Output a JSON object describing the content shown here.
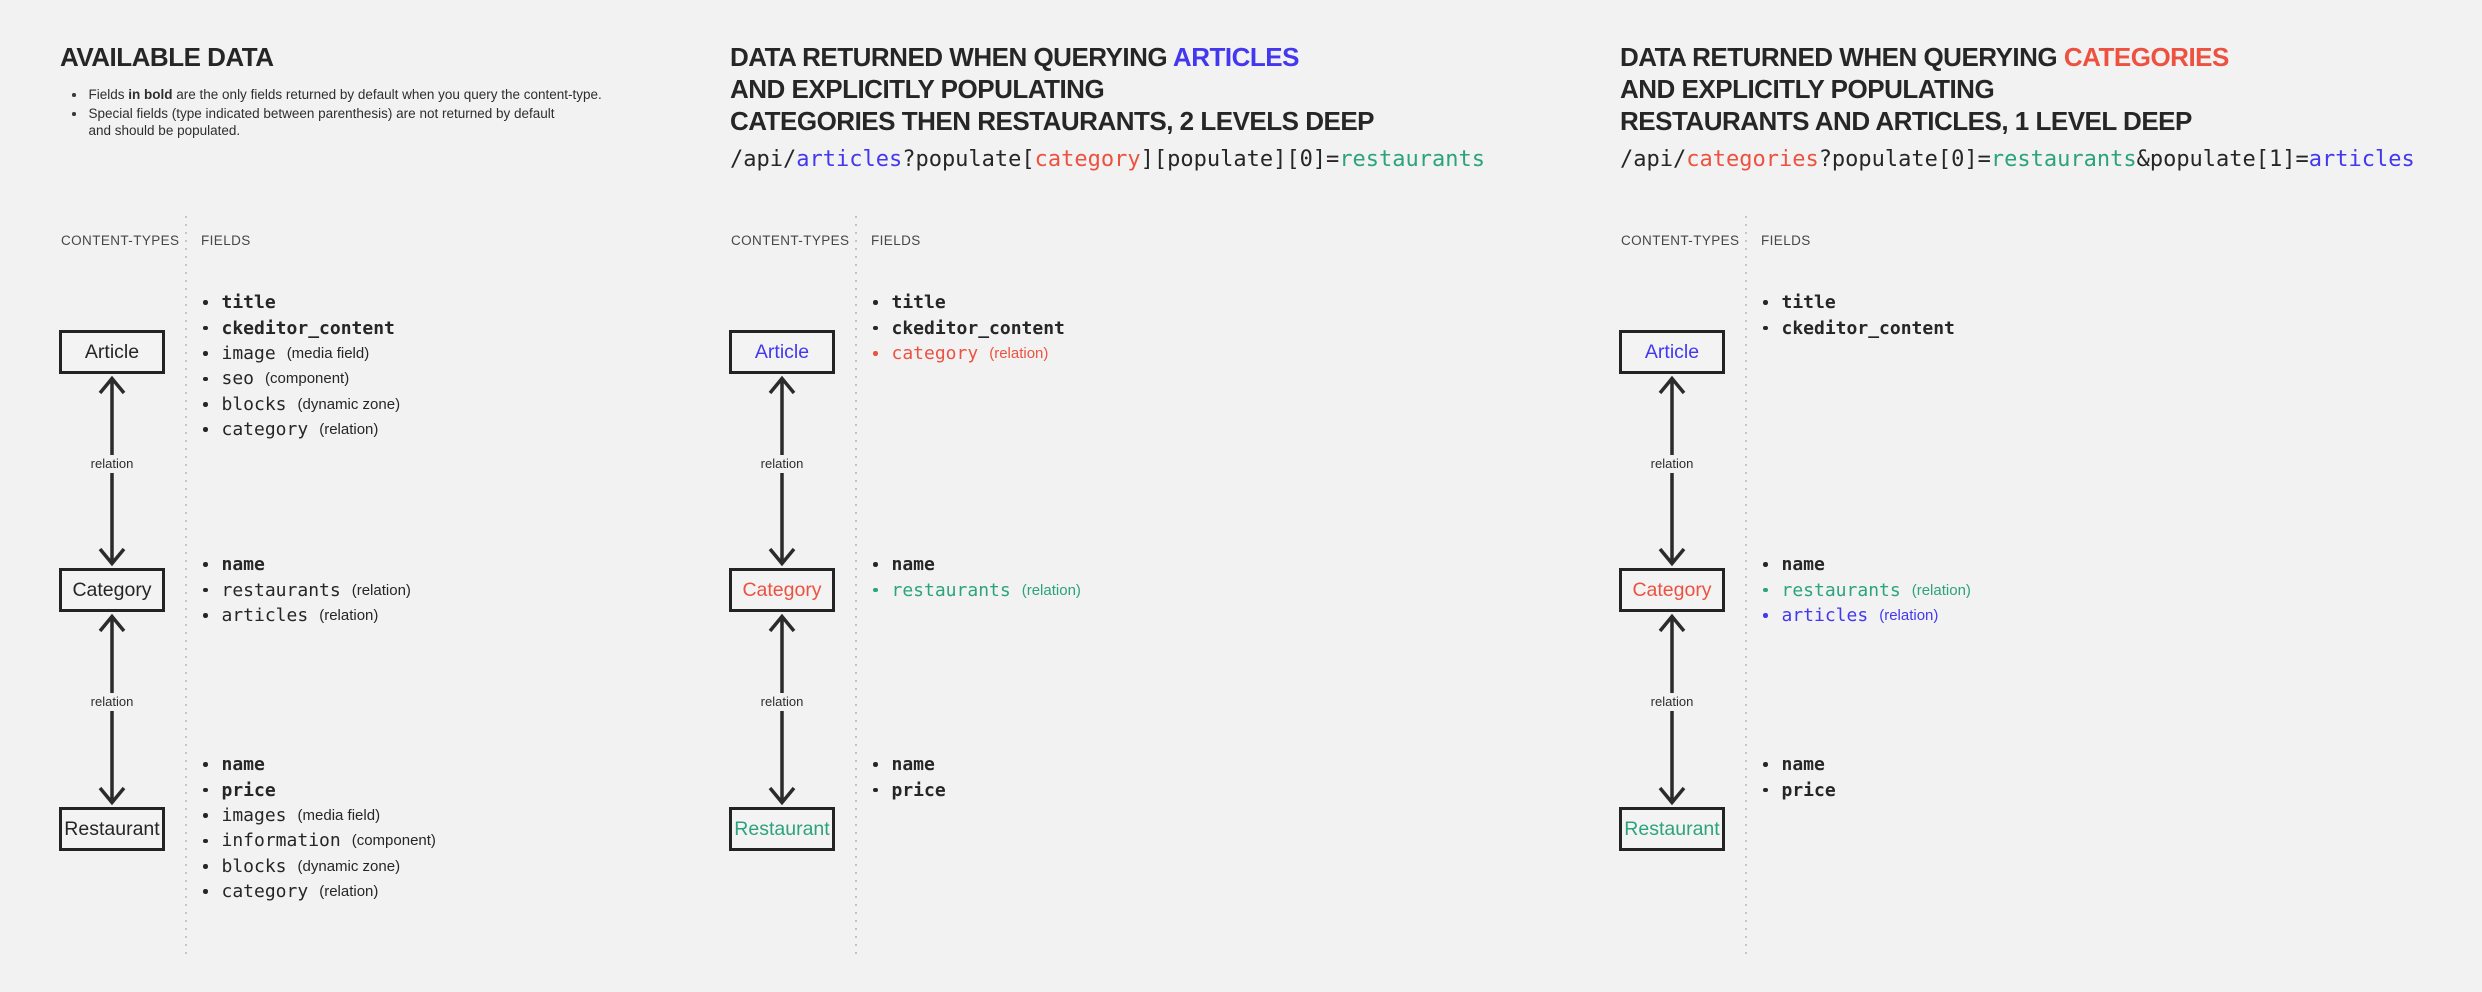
{
  "colors": {
    "dark": "#262626",
    "blue": "#4338ef",
    "red": "#ed5140",
    "green": "#2ba37e",
    "background": "#f2f2f2",
    "divider": "#c6c6c6",
    "arrow": "#2b2b2b"
  },
  "relation_arrow_label": "relation",
  "panels": [
    {
      "id": "available-data",
      "title_lines": [
        [
          {
            "text": "AVAILABLE DATA",
            "color": "dark"
          }
        ]
      ],
      "notes": [
        {
          "parts": [
            {
              "text": "Fields ",
              "bold": false
            },
            {
              "text": "in bold",
              "bold": true
            },
            {
              "text": " are the only fields returned by default when you query the content-type.",
              "bold": false
            }
          ]
        },
        {
          "parts": [
            {
              "text": "Special fields (type indicated between parenthesis) are not returned by default\nand should be populated.",
              "bold": false
            }
          ]
        }
      ],
      "code": null,
      "header": {
        "types": "CONTENT-TYPES",
        "fields": "FIELDS"
      },
      "relation_label": "relation",
      "content_types": [
        {
          "name": "Article",
          "color": "dark",
          "fields": [
            {
              "name": "title",
              "bold": true,
              "color": "dark",
              "type": ""
            },
            {
              "name": "ckeditor_content",
              "bold": true,
              "color": "dark",
              "type": ""
            },
            {
              "name": "image",
              "bold": false,
              "color": "dark",
              "type": "(media field)"
            },
            {
              "name": "seo",
              "bold": false,
              "color": "dark",
              "type": "(component)"
            },
            {
              "name": "blocks",
              "bold": false,
              "color": "dark",
              "type": "(dynamic zone)"
            },
            {
              "name": "category",
              "bold": false,
              "color": "dark",
              "type": "(relation)"
            }
          ]
        },
        {
          "name": "Category",
          "color": "dark",
          "fields": [
            {
              "name": "name",
              "bold": true,
              "color": "dark",
              "type": ""
            },
            {
              "name": "restaurants",
              "bold": false,
              "color": "dark",
              "type": "(relation)"
            },
            {
              "name": "articles",
              "bold": false,
              "color": "dark",
              "type": "(relation)"
            }
          ]
        },
        {
          "name": "Restaurant",
          "color": "dark",
          "fields": [
            {
              "name": "name",
              "bold": true,
              "color": "dark",
              "type": ""
            },
            {
              "name": "price",
              "bold": true,
              "color": "dark",
              "type": ""
            },
            {
              "name": "images",
              "bold": false,
              "color": "dark",
              "type": "(media field)"
            },
            {
              "name": "information",
              "bold": false,
              "color": "dark",
              "type": "(component)"
            },
            {
              "name": "blocks",
              "bold": false,
              "color": "dark",
              "type": "(dynamic zone)"
            },
            {
              "name": "category",
              "bold": false,
              "color": "dark",
              "type": "(relation)"
            }
          ]
        }
      ]
    },
    {
      "id": "query-articles-2-levels",
      "title_lines": [
        [
          {
            "text": "DATA RETURNED WHEN QUERYING ",
            "color": "dark"
          },
          {
            "text": "ARTICLES",
            "color": "blue"
          }
        ],
        [
          {
            "text": "AND EXPLICITLY POPULATING",
            "color": "dark"
          }
        ],
        [
          {
            "text": "CATEGORIES THEN RESTAURANTS, 2 LEVELS DEEP",
            "color": "dark"
          }
        ]
      ],
      "notes": null,
      "code": [
        {
          "text": "/api/",
          "color": "dark"
        },
        {
          "text": "articles",
          "color": "blue"
        },
        {
          "text": "?populate[",
          "color": "dark"
        },
        {
          "text": "category",
          "color": "red"
        },
        {
          "text": "][populate][0]=",
          "color": "dark"
        },
        {
          "text": "restaurants",
          "color": "green"
        }
      ],
      "header": {
        "types": "CONTENT-TYPES",
        "fields": "FIELDS"
      },
      "relation_label": "relation",
      "content_types": [
        {
          "name": "Article",
          "color": "blue",
          "fields": [
            {
              "name": "title",
              "bold": true,
              "color": "dark",
              "type": ""
            },
            {
              "name": "ckeditor_content",
              "bold": true,
              "color": "dark",
              "type": ""
            },
            {
              "name": "category",
              "bold": false,
              "color": "red",
              "type": "(relation)"
            }
          ]
        },
        {
          "name": "Category",
          "color": "red",
          "fields": [
            {
              "name": "name",
              "bold": true,
              "color": "dark",
              "type": ""
            },
            {
              "name": "restaurants",
              "bold": false,
              "color": "green",
              "type": "(relation)"
            }
          ]
        },
        {
          "name": "Restaurant",
          "color": "green",
          "fields": [
            {
              "name": "name",
              "bold": true,
              "color": "dark",
              "type": ""
            },
            {
              "name": "price",
              "bold": true,
              "color": "dark",
              "type": ""
            }
          ]
        }
      ]
    },
    {
      "id": "query-categories-1-level",
      "title_lines": [
        [
          {
            "text": "DATA RETURNED WHEN QUERYING ",
            "color": "dark"
          },
          {
            "text": "CATEGORIES",
            "color": "red"
          }
        ],
        [
          {
            "text": "AND EXPLICITLY POPULATING",
            "color": "dark"
          }
        ],
        [
          {
            "text": "RESTAURANTS AND ARTICLES, 1 LEVEL DEEP",
            "color": "dark"
          }
        ]
      ],
      "notes": null,
      "code": [
        {
          "text": "/api/",
          "color": "dark"
        },
        {
          "text": "categories",
          "color": "red"
        },
        {
          "text": "?populate[0]=",
          "color": "dark"
        },
        {
          "text": "restaurants",
          "color": "green"
        },
        {
          "text": "&populate[1]=",
          "color": "dark"
        },
        {
          "text": "articles",
          "color": "blue"
        }
      ],
      "header": {
        "types": "CONTENT-TYPES",
        "fields": "FIELDS"
      },
      "relation_label": "relation",
      "content_types": [
        {
          "name": "Article",
          "color": "blue",
          "fields": [
            {
              "name": "title",
              "bold": true,
              "color": "dark",
              "type": ""
            },
            {
              "name": "ckeditor_content",
              "bold": true,
              "color": "dark",
              "type": ""
            }
          ]
        },
        {
          "name": "Category",
          "color": "red",
          "fields": [
            {
              "name": "name",
              "bold": true,
              "color": "dark",
              "type": ""
            },
            {
              "name": "restaurants",
              "bold": false,
              "color": "green",
              "type": "(relation)"
            },
            {
              "name": "articles",
              "bold": false,
              "color": "blue",
              "type": "(relation)"
            }
          ]
        },
        {
          "name": "Restaurant",
          "color": "green",
          "fields": [
            {
              "name": "name",
              "bold": true,
              "color": "dark",
              "type": ""
            },
            {
              "name": "price",
              "bold": true,
              "color": "dark",
              "type": ""
            }
          ]
        }
      ]
    }
  ]
}
